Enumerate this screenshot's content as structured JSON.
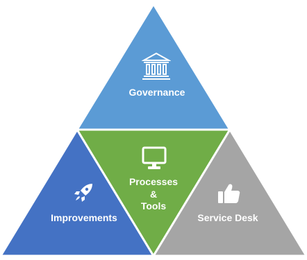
{
  "diagram": {
    "segments": [
      {
        "id": "top",
        "label": "Governance",
        "icon": "bank-building-icon",
        "color": "#5b9bd5"
      },
      {
        "id": "left",
        "label": "Improvements",
        "icon": "rocket-icon",
        "color": "#4472c4"
      },
      {
        "id": "center",
        "label_lines": [
          "Processes",
          "&",
          "Tools"
        ],
        "icon": "monitor-icon",
        "color": "#70ad47"
      },
      {
        "id": "right",
        "label": "Service Desk",
        "icon": "thumbs-up-icon",
        "color": "#a5a5a5"
      }
    ]
  }
}
